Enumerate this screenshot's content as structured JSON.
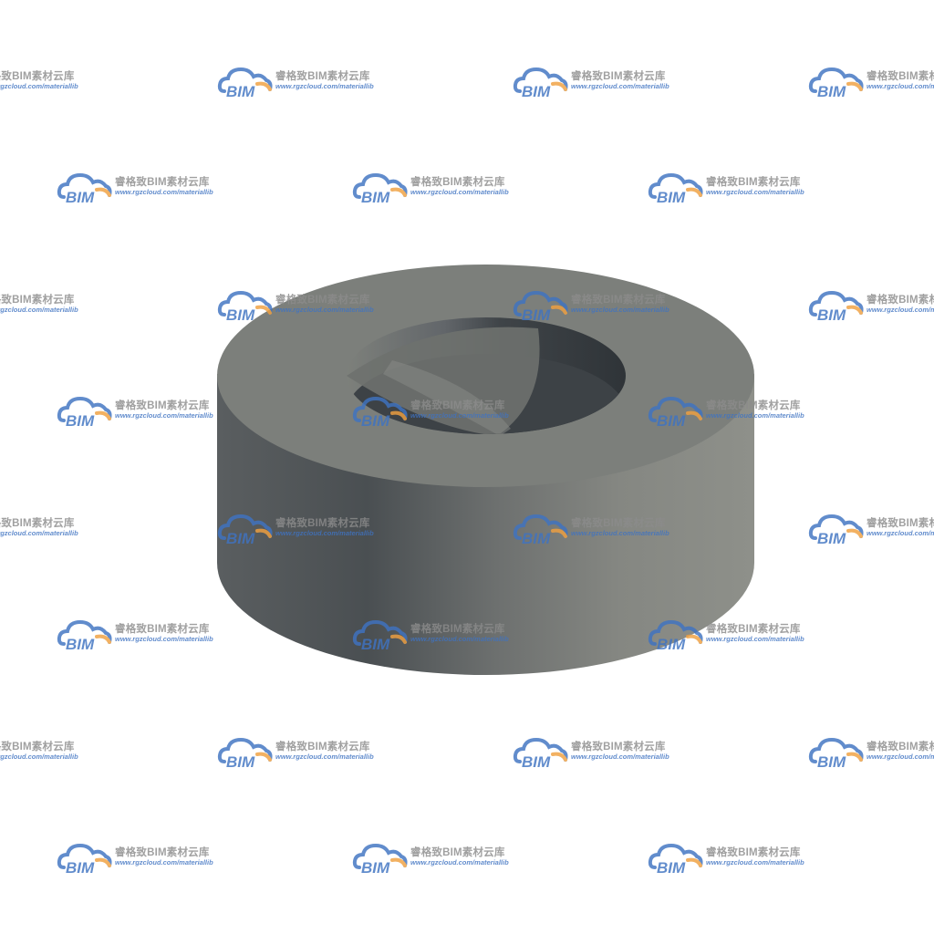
{
  "watermark": {
    "brand_text": "BIM",
    "title": "睿格致BIM素材云库",
    "url": "www.rgzcloud.com/materiallib",
    "cloud_color": "#3f73c2",
    "accent_color": "#f0a040",
    "text_color": "#8c8c8c"
  },
  "object": {
    "name": "ring-washer",
    "top_color": "#7d807c",
    "side_dark": "#484c4e",
    "side_light": "#8d8f89"
  }
}
